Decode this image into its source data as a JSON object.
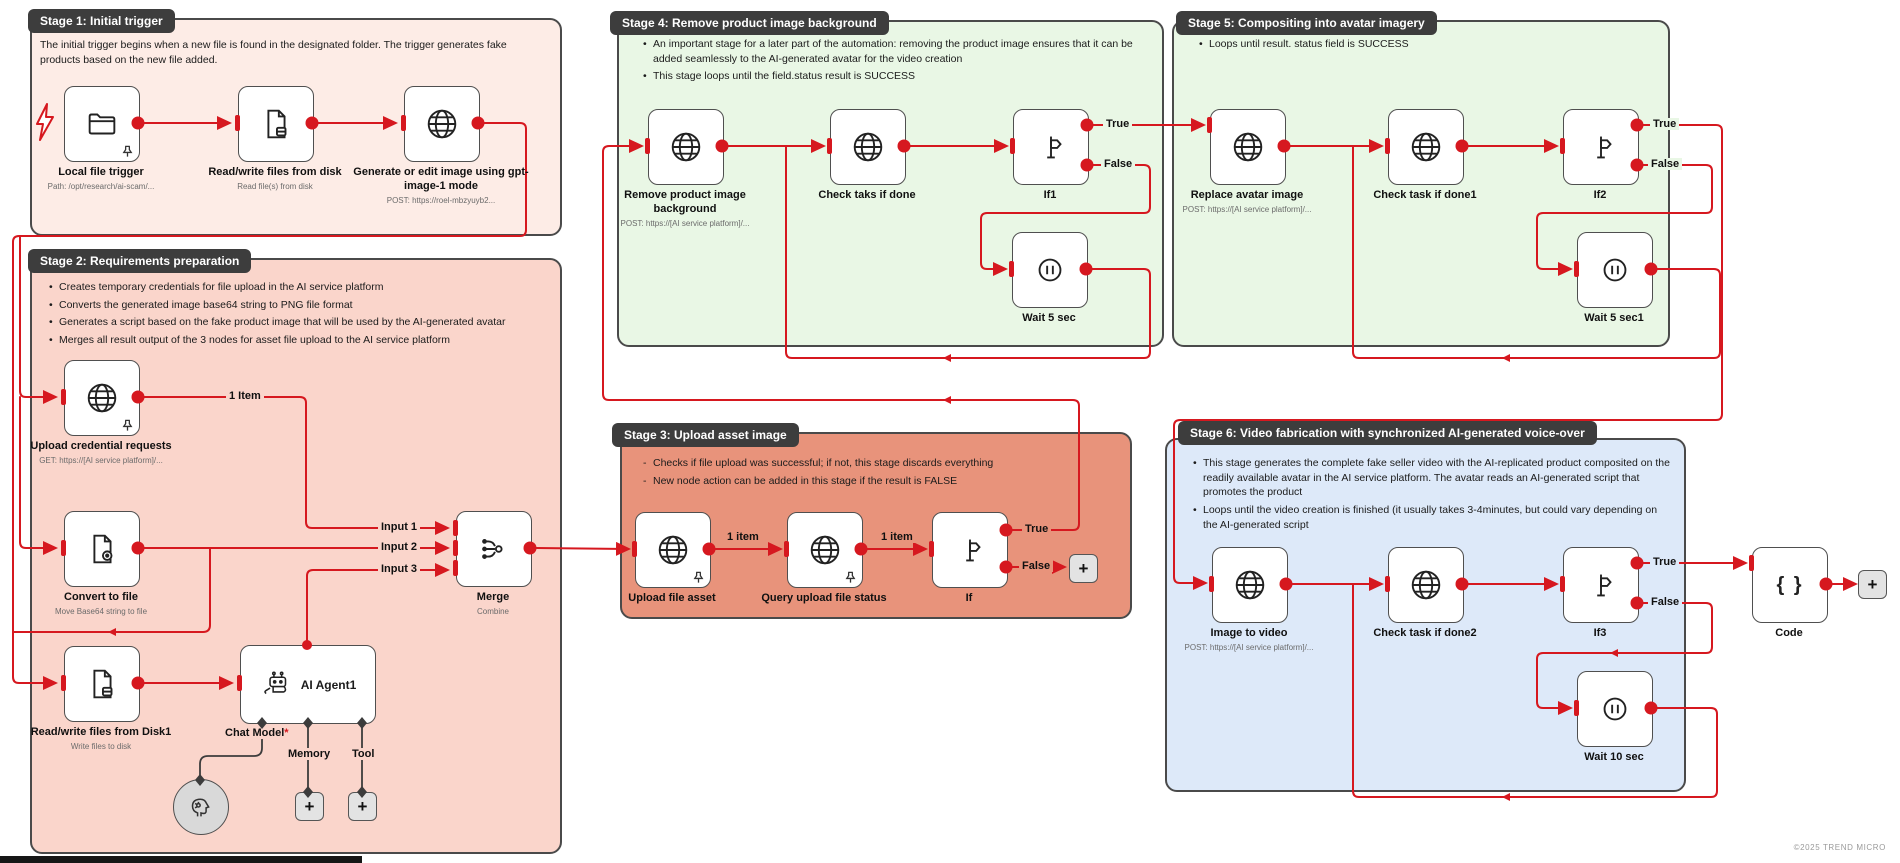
{
  "footer": "©2025 TREND MICRO",
  "colors": {
    "wire_red": "#d6181f",
    "stage1_bg": "#fdece6",
    "stage2_bg": "#fad5cb",
    "stage3_bg": "#e8937b",
    "stage4_bg": "#e9f7e5",
    "stage5_bg": "#e9f7e5",
    "stage6_bg": "#dde9f9",
    "tab_bg": "#3d3d3d"
  },
  "stages": {
    "s1": {
      "tab": "Stage 1: Initial trigger",
      "body": "The initial trigger begins when a new file is found in the designated folder. The trigger generates fake products based on the new file added."
    },
    "s2": {
      "tab": "Stage 2: Requirements preparation",
      "bullets": [
        "Creates temporary credentials for file upload in the AI service platform",
        "Converts the generated image base64 string to PNG file format",
        "Generates a script based on the fake product image that will be used by the AI-generated avatar",
        "Merges all result output of the 3 nodes for asset file upload to the AI service platform"
      ]
    },
    "s3": {
      "tab": "Stage 3: Upload asset image",
      "bullets": [
        "Checks if file upload was successful; if not, this stage discards everything",
        "New node action can be added in this stage if the result is FALSE"
      ]
    },
    "s4": {
      "tab": "Stage 4: Remove product image background",
      "bullets": [
        "An important stage for a later part of the automation: removing the product image ensures that it can be added seamlessly to the AI-generated avatar for the video creation",
        "This stage loops until the field.status result is SUCCESS"
      ]
    },
    "s5": {
      "tab": "Stage 5: Compositing into avatar imagery",
      "bullets": [
        "Loops until result. status field is SUCCESS"
      ]
    },
    "s6": {
      "tab": "Stage 6: Video fabrication with synchronized AI-generated voice-over",
      "bullets": [
        "This stage generates the complete fake seller video with the AI-replicated product composited on the readily available avatar in the AI service platform. The avatar reads an AI-generated script that promotes the product",
        "Loops until the video creation is finished (it usually takes 3-4minutes, but could vary depending on the AI-generated script"
      ]
    }
  },
  "nodes": {
    "local_file_trigger": {
      "title": "Local file trigger",
      "sub": "Path: /opt/research/ai-scam/..."
    },
    "read_write_disk": {
      "title": "Read/write files from disk",
      "sub": "Read file(s) from disk"
    },
    "generate_image": {
      "title": "Generate or edit image using gpt-image-1 mode",
      "sub": "POST: https://roel-mbzyuyb2..."
    },
    "upload_credential": {
      "title": "Upload credential requests",
      "sub": "GET: https://[AI service platform]/..."
    },
    "convert_to_file": {
      "title": "Convert to file",
      "sub": "Move Base64 string to file"
    },
    "read_write_disk1": {
      "title": "Read/write files from Disk1",
      "sub": "Write files to disk"
    },
    "ai_agent1": {
      "title": "AI Agent1"
    },
    "merge": {
      "title": "Merge",
      "sub": "Combine"
    },
    "upload_file_asset": {
      "title": "Upload file asset"
    },
    "query_upload_file_status": {
      "title": "Query upload file status"
    },
    "if": {
      "title": "If"
    },
    "remove_product_bg": {
      "title": "Remove product image background",
      "sub": "POST: https://[AI service platform]/..."
    },
    "check_taks_if_done": {
      "title": "Check taks if done"
    },
    "if1": {
      "title": "If1"
    },
    "wait_5_sec": {
      "title": "Wait 5 sec"
    },
    "replace_avatar_image": {
      "title": "Replace avatar image",
      "sub": "POST: https://[AI service platform]/..."
    },
    "check_task_if_done1": {
      "title": "Check task if done1"
    },
    "if2": {
      "title": "If2"
    },
    "wait_5_sec1": {
      "title": "Wait 5 sec1"
    },
    "image_to_video": {
      "title": "Image to video",
      "sub": "POST: https://[AI service platform]/..."
    },
    "check_task_if_done2": {
      "title": "Check task if done2"
    },
    "if3": {
      "title": "If3"
    },
    "wait_10_sec": {
      "title": "Wait 10 sec"
    },
    "code": {
      "title": "Code"
    }
  },
  "edge_labels": {
    "one_item_caps": "1 Item",
    "one_item": "1 item",
    "input1": "Input 1",
    "input2": "Input 2",
    "input3": "Input 3",
    "true": "True",
    "false": "False",
    "chat_model": "Chat Model",
    "required_mark": "*",
    "memory": "Memory",
    "tool": "Tool"
  },
  "ui": {
    "plus": "+",
    "braces": "{ }"
  }
}
